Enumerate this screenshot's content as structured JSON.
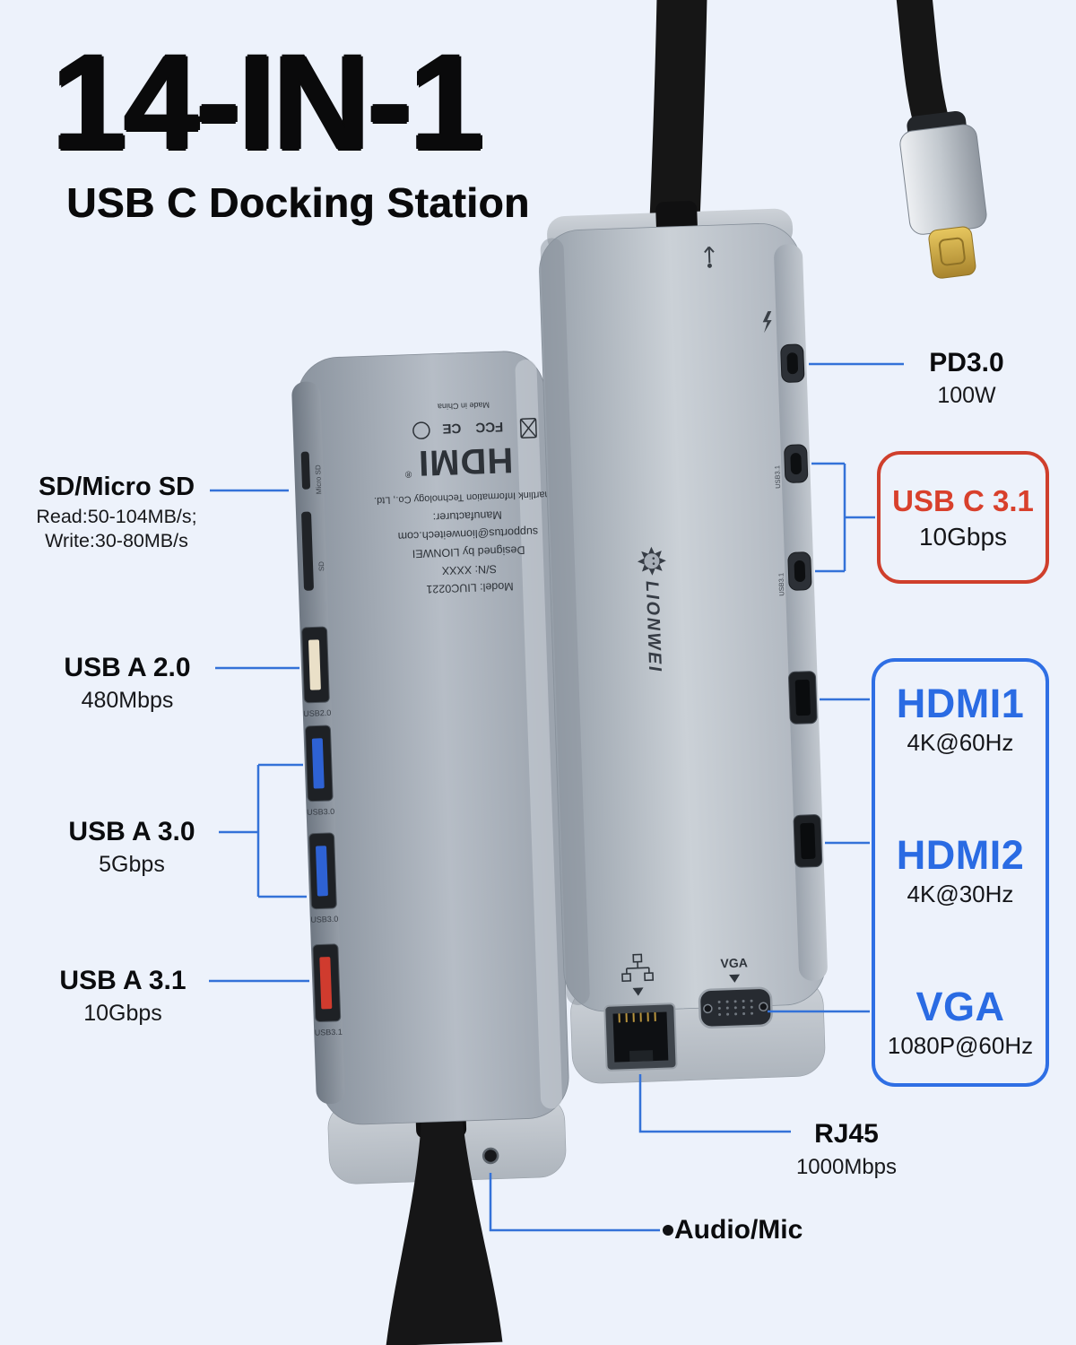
{
  "colors": {
    "page_bg": "#edf2fb",
    "accent_blue": "#2f6fe4",
    "line_blue": "#3472d8",
    "accent_red": "#d8402c",
    "title_black": "#0a0a0b",
    "device_gray": "#b6bdc6",
    "cable_black": "#161616",
    "gold": "#c9a23f",
    "usb2_tongue": "#eae0c8",
    "usb3_tongue": "#2e62d4",
    "usb31_tongue": "#d03b2e"
  },
  "header": {
    "title": "14-IN-1",
    "subtitle": "USB C Docking Station"
  },
  "callouts": {
    "sd": {
      "title": "SD/Micro SD",
      "line1": "Read:50-104MB/s;",
      "line2": "Write:30-80MB/s"
    },
    "usb_a_20": {
      "title": "USB A 2.0",
      "spec": "480Mbps"
    },
    "usb_a_30": {
      "title": "USB A 3.0",
      "spec": "5Gbps"
    },
    "usb_a_31": {
      "title": "USB A 3.1",
      "spec": "10Gbps"
    },
    "pd": {
      "title": "PD3.0",
      "spec": "100W"
    },
    "usb_c": {
      "title": "USB C 3.1",
      "spec": "10Gbps"
    },
    "hdmi1": {
      "title": "HDMI1",
      "spec": "4K@60Hz"
    },
    "hdmi2": {
      "title": "HDMI2",
      "spec": "4K@30Hz"
    },
    "vga": {
      "title": "VGA",
      "spec": "1080P@60Hz"
    },
    "rj45": {
      "title": "RJ45",
      "spec": "1000Mbps"
    },
    "audio": {
      "title": "Audio/Mic"
    }
  },
  "device_back": {
    "print": {
      "model": "Model: LIUC0221",
      "serial": "S/N: XXXX",
      "designed": "Designed by LIONWEI",
      "email": "supportus@lionweitech.com",
      "manufacturer": "Manufacturer:",
      "company": "Smartlink Information Technology Co., Ltd.",
      "hdmi_logo": "HDMI",
      "hdmi_r": "®",
      "fcc": "FCC",
      "ce": "CE",
      "made_in": "Made in China"
    },
    "port_labels": {
      "micro_sd": "Micro SD",
      "sd": "SD",
      "usb20": "USB2.0",
      "usb30_1": "USB3.0",
      "usb30_2": "USB3.0",
      "usb31": "USB3.1"
    }
  },
  "device_front": {
    "brand": "LIONWEI",
    "vga_print": "VGA",
    "usbc_print_1": "USB3.1",
    "usbc_print_2": "USB3.1"
  },
  "icons": {
    "weee": "crossed-out-bin",
    "fcc_mark": "FCC",
    "ce_mark": "CE",
    "cert_circle": "certification-circle",
    "charge": "lightning-bolt",
    "usb_host": "up-arrow-host",
    "ethernet": "network-nodes",
    "down_arrow": "triangle-down",
    "lion": "lionwei-lion-head"
  }
}
